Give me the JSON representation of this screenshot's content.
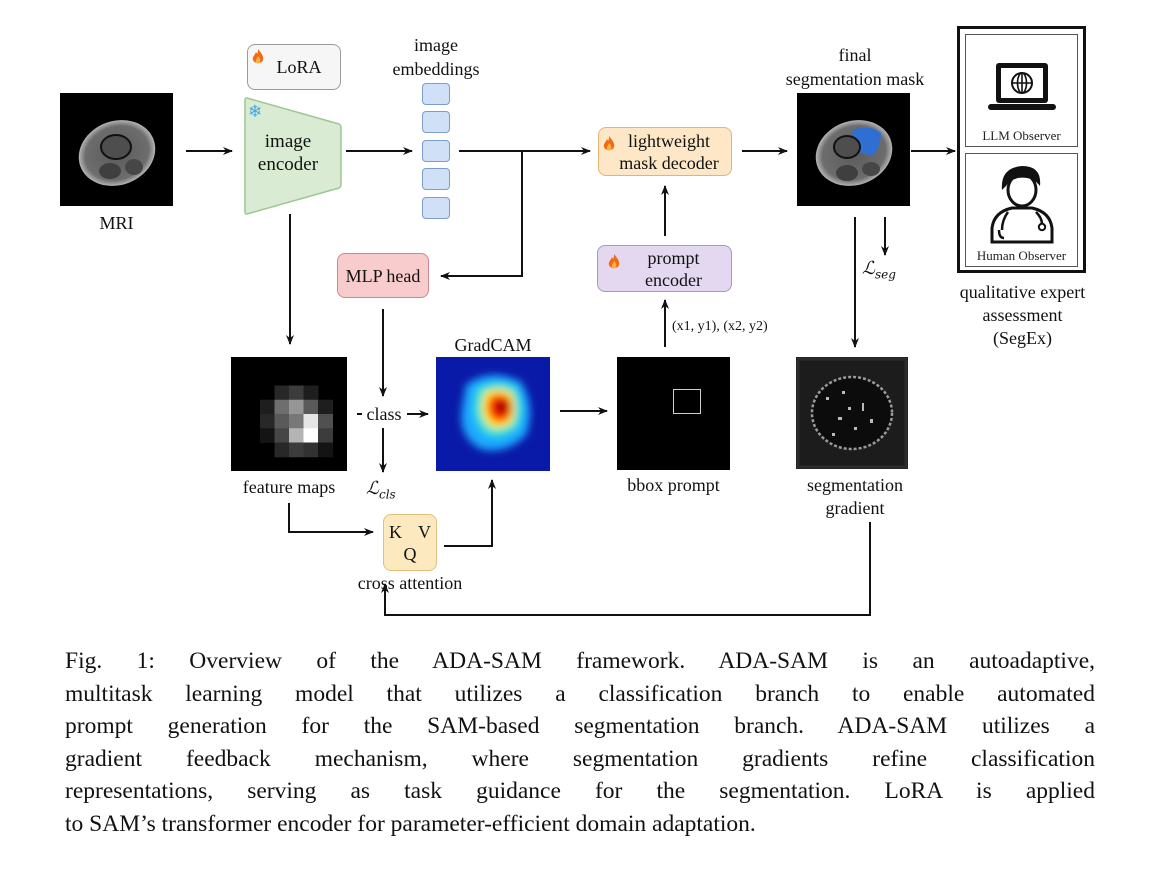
{
  "figure": {
    "nodes": {
      "mri": {
        "label": "MRI"
      },
      "lora": {
        "label": "LoRA",
        "icon": "flame-icon"
      },
      "image_encoder": {
        "line1": "image",
        "line2": "encoder",
        "icon": "snowflake-icon"
      },
      "image_embeddings": {
        "line1": "image",
        "line2": "embeddings",
        "count": 5
      },
      "mask_decoder": {
        "line1": "lightweight",
        "line2": "mask decoder",
        "icon": "flame-icon"
      },
      "final_mask": {
        "line1": "final",
        "line2": "segmentation mask"
      },
      "mlp_head": {
        "label": "MLP head"
      },
      "prompt_encoder": {
        "line1": "prompt",
        "line2": "encoder",
        "icon": "flame-icon"
      },
      "bbox_coords": {
        "label": "(x1, y1), (x2, y2)"
      },
      "feature_maps": {
        "label": "feature maps"
      },
      "class_edge": {
        "label": "class"
      },
      "gradcam": {
        "label": "GradCAM"
      },
      "bbox_prompt": {
        "label": "bbox prompt"
      },
      "seg_gradient": {
        "line1": "segmentation",
        "line2": "gradient"
      },
      "cross_attention": {
        "label": "cross attention",
        "k": "K",
        "v": "V",
        "q": "Q"
      },
      "loss_cls": {
        "symbol": "ℒ",
        "sub": "cls"
      },
      "loss_seg": {
        "symbol": "ℒ",
        "sub": "seg"
      },
      "llm_observer": {
        "label": "LLM Observer",
        "icon": "laptop-globe-icon"
      },
      "human_observer": {
        "label": "Human Observer",
        "icon": "doctor-icon"
      },
      "assessment": {
        "line1": "qualitative expert",
        "line2": "assessment",
        "line3": "(SegEx)"
      }
    },
    "colors": {
      "lora_fill": "#f6f6f6",
      "encoder_fill": "#d9ecd3",
      "embedding_fill": "#cfe0f7",
      "decoder_fill": "#fde7c7",
      "mlp_fill": "#f8cccc",
      "prompt_fill": "#e3d8ef",
      "attention_fill": "#fde9bf",
      "mask_highlight": "#2f6fd1"
    }
  },
  "caption": {
    "lines": [
      "Fig. 1: Overview of the ADA-SAM framework. ADA-SAM is an autoadaptive,",
      "multitask learning model that utilizes a classification branch to enable automated",
      "prompt generation for the SAM-based segmentation branch. ADA-SAM utilizes a",
      "gradient feedback mechanism, where segmentation gradients refine classification",
      "representations, serving as task guidance for the segmentation. LoRA is applied",
      "to SAM’s transformer encoder for parameter-efficient domain adaptation."
    ]
  }
}
